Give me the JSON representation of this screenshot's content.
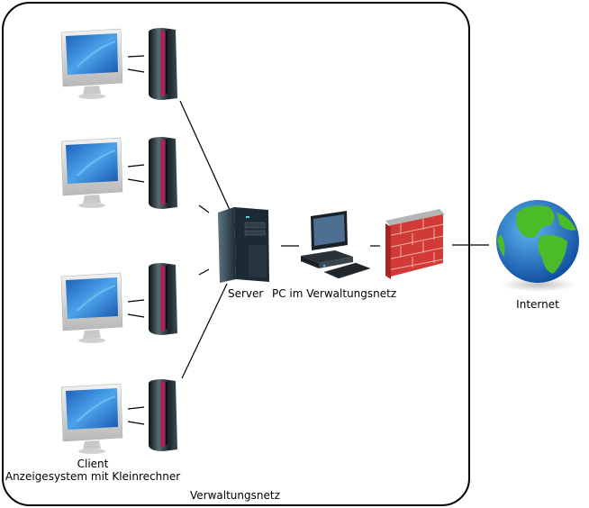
{
  "zone": {
    "label": "Verwaltungsnetz"
  },
  "client": {
    "label_line1": "Client",
    "label_line2": "Anzeigesystem mit Kleinrechner",
    "count": 4
  },
  "server": {
    "label": "Server"
  },
  "pc": {
    "label": "PC im Verwaltungsnetz"
  },
  "firewall": {
    "label": ""
  },
  "internet": {
    "label": "Internet"
  },
  "icons": {
    "client_monitor": "monitor-icon",
    "client_tower": "tower-computer-icon",
    "server": "server-tower-icon",
    "pc": "desktop-pc-icon",
    "firewall": "brick-wall-firewall-icon",
    "internet": "globe-icon"
  },
  "colors": {
    "screen": "#2f7fd6",
    "tower": "#1e2a30",
    "tower_accent": "#c2185b",
    "brick": "#d23a35",
    "ocean": "#1f6fc4",
    "land": "#4cbb2a"
  }
}
